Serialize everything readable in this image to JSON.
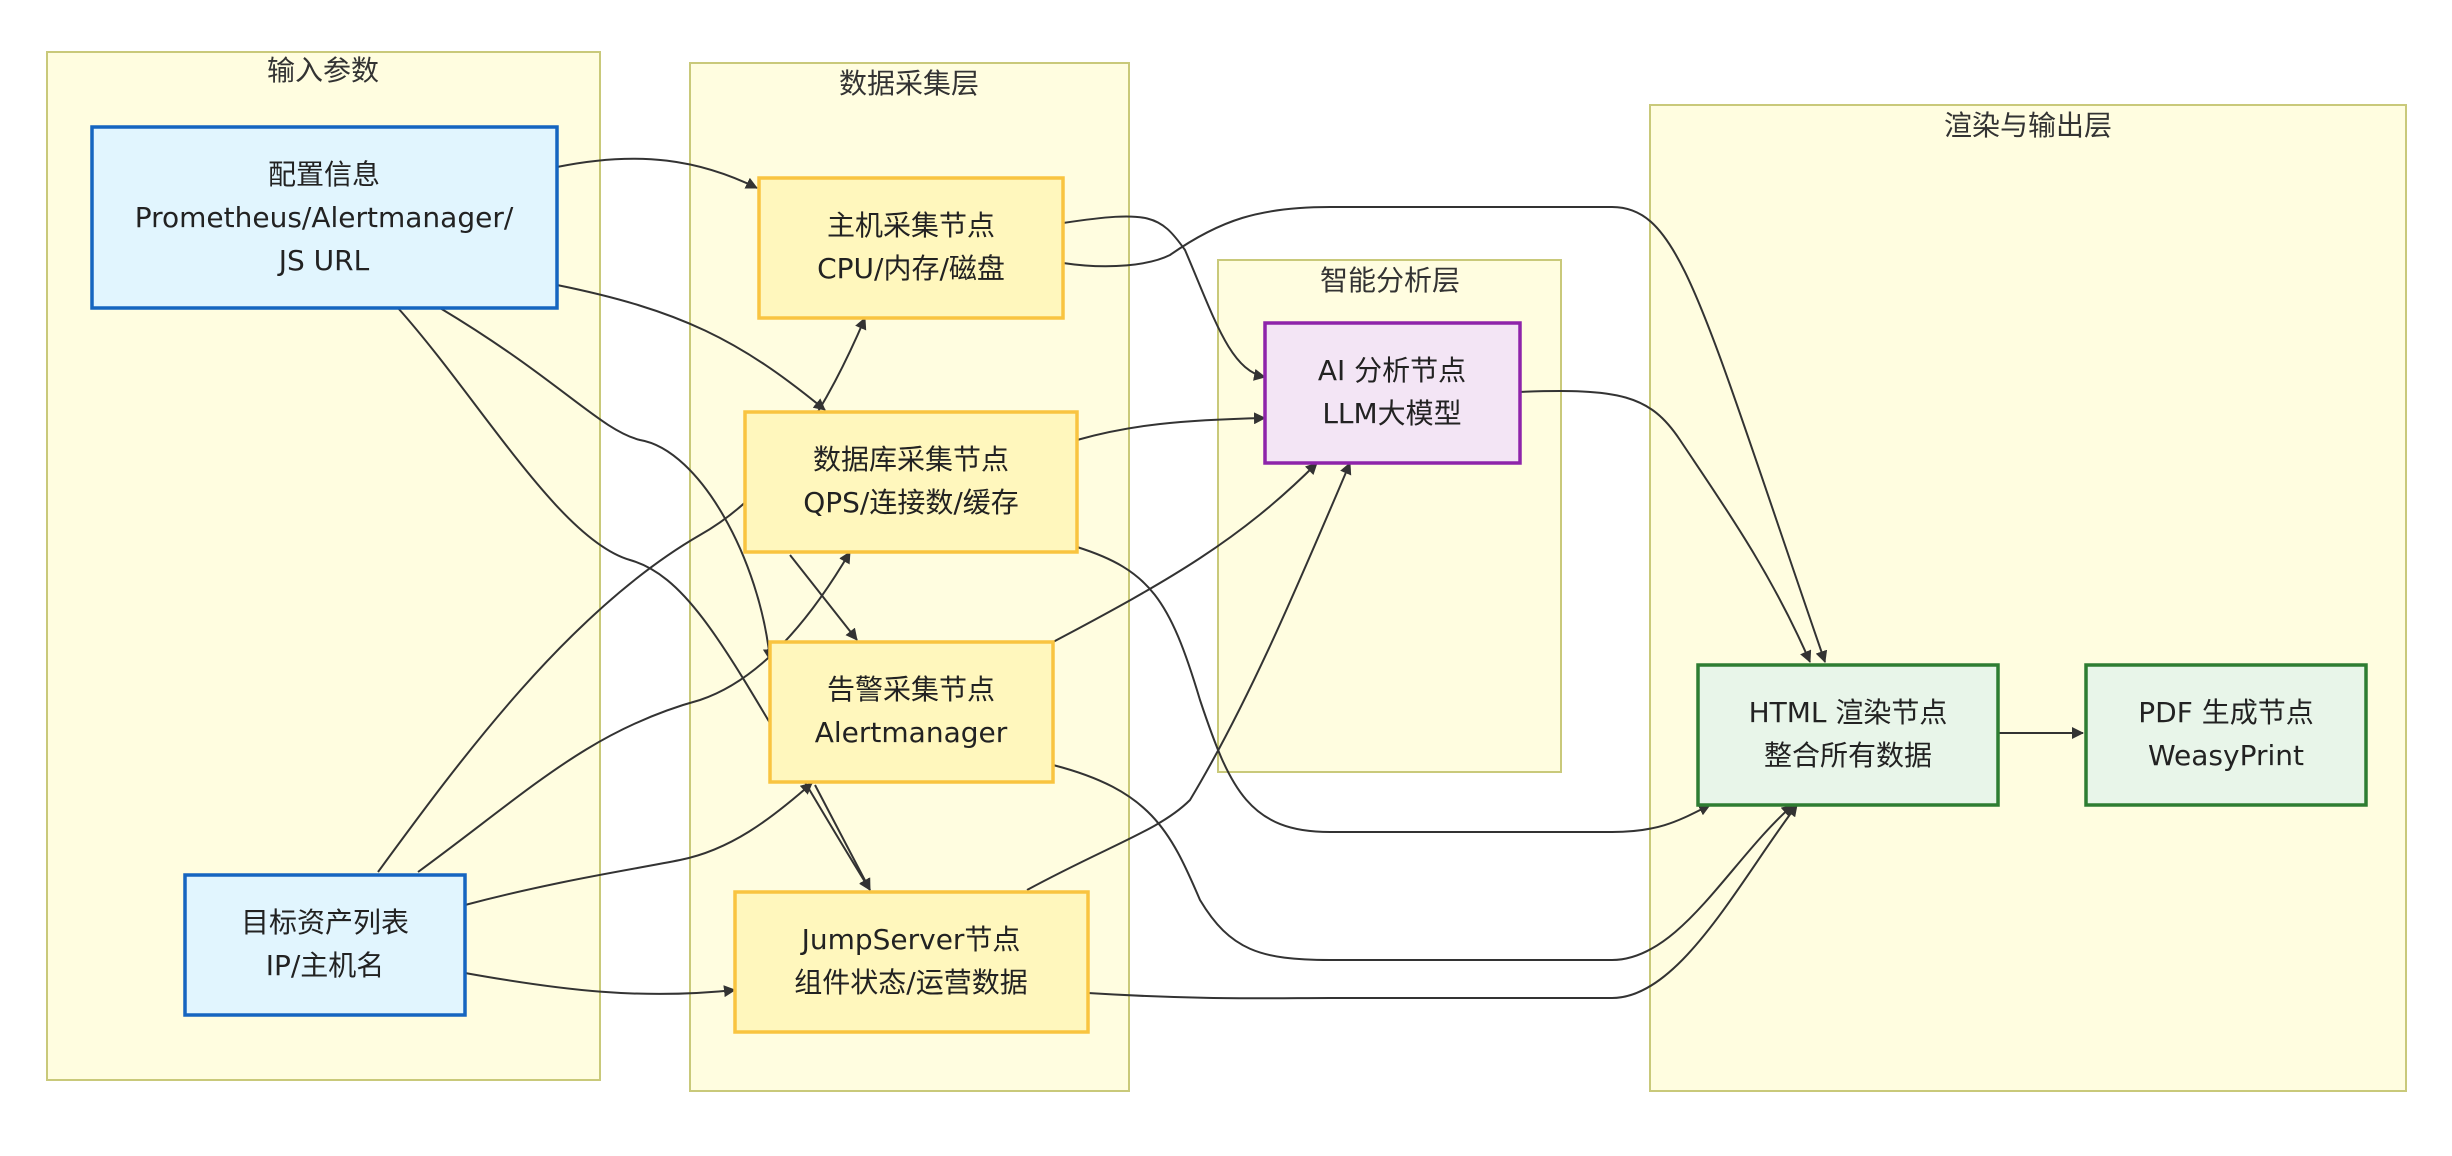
{
  "groups": {
    "input": {
      "title": "输入参数"
    },
    "collect": {
      "title": "数据采集层"
    },
    "analysis": {
      "title": "智能分析层"
    },
    "output": {
      "title": "渲染与输出层"
    }
  },
  "nodes": {
    "config": {
      "line1": "配置信息",
      "line2": "Prometheus/Alertmanager/",
      "line3": "JS URL"
    },
    "targets": {
      "line1": "目标资产列表",
      "line2": "IP/主机名"
    },
    "host": {
      "line1": "主机采集节点",
      "line2": "CPU/内存/磁盘"
    },
    "db": {
      "line1": "数据库采集节点",
      "line2": "QPS/连接数/缓存"
    },
    "alert": {
      "line1": "告警采集节点",
      "line2": "Alertmanager"
    },
    "jump": {
      "line1": "JumpServer节点",
      "line2": "组件状态/运营数据"
    },
    "ai": {
      "line1": "AI 分析节点",
      "line2": "LLM大模型"
    },
    "html": {
      "line1": "HTML 渲染节点",
      "line2": "整合所有数据"
    },
    "pdf": {
      "line1": "PDF 生成节点",
      "line2": "WeasyPrint"
    }
  },
  "colors": {
    "group_fill": "#fffde0",
    "input_node_fill": "#e1f5fe",
    "input_node_stroke": "#1565c0",
    "collect_node_fill": "#fff7bd",
    "collect_node_stroke": "#f9c440",
    "ai_node_fill": "#f3e5f5",
    "ai_node_stroke": "#8e24aa",
    "output_node_fill": "#e8f5e9",
    "output_node_stroke": "#2e7d32"
  }
}
